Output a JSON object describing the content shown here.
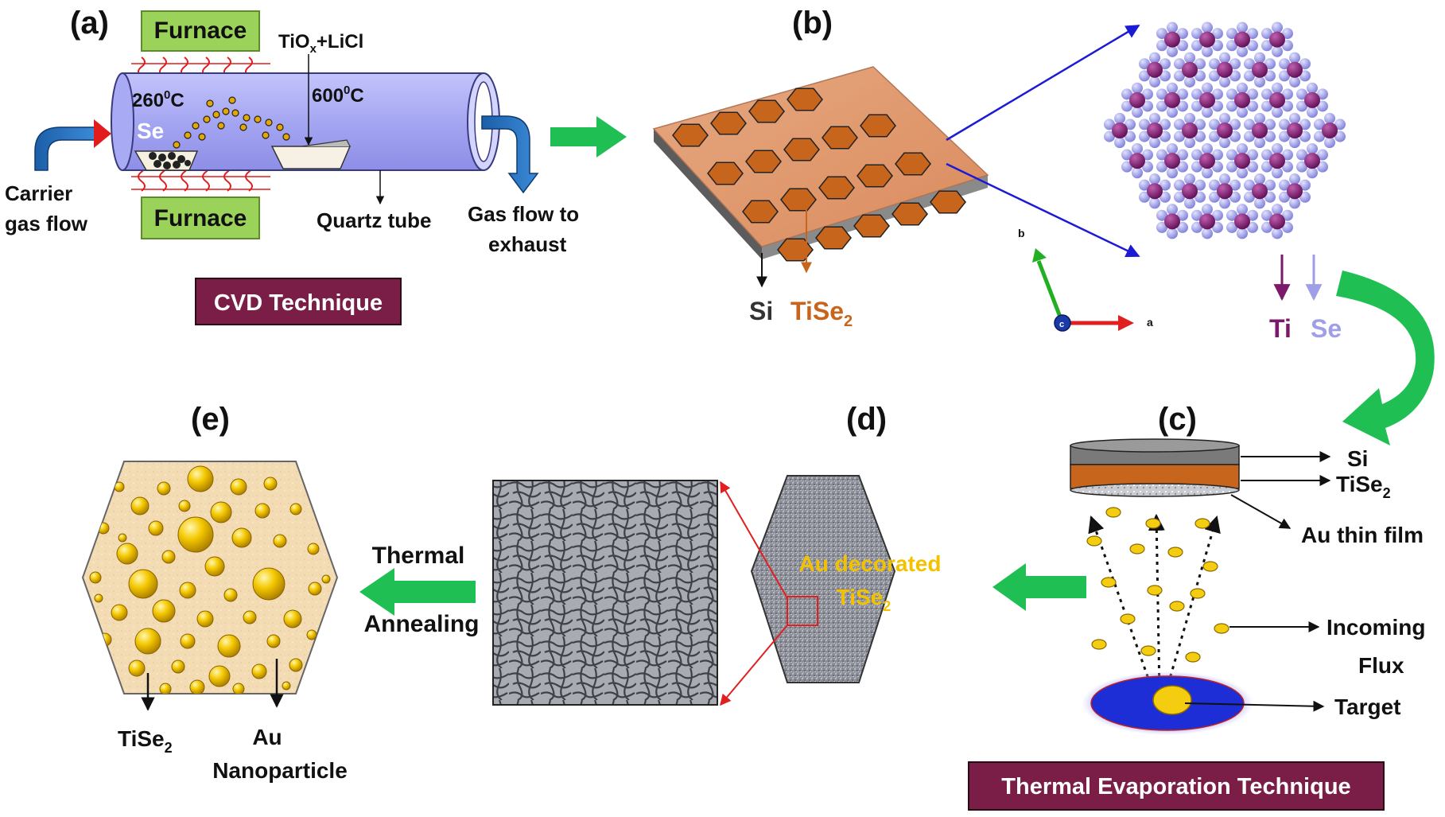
{
  "panel_a": {
    "tag": "(a)",
    "furnace_top": "Furnace",
    "furnace_bottom": "Furnace",
    "precursor": "TiO",
    "precursor_sub": "x",
    "precursor_suffix": "+LiCl",
    "temp_low": "260",
    "temp_low_sup": "0",
    "temp_low_unit": "C",
    "temp_high": "600",
    "temp_high_sup": "0",
    "temp_high_unit": "C",
    "se_label": "Se",
    "carrier_line1": "Carrier",
    "carrier_line2": "gas flow",
    "quartz_label": "Quartz tube",
    "exhaust_line1": "Gas flow to",
    "exhaust_line2": "exhaust",
    "technique": "CVD Technique"
  },
  "panel_b": {
    "tag": "(b)",
    "si_label": "Si",
    "tise2_label": "TiSe",
    "tise2_sub": "2",
    "axis_b": "b",
    "axis_a": "a",
    "axis_c": "c",
    "ti_label": "Ti",
    "se_label": "Se"
  },
  "panel_c": {
    "tag": "(c)",
    "si_label": "Si",
    "tise2_label": "TiSe",
    "tise2_sub": "2",
    "film_label": "Au thin film",
    "flux_line1": "Incoming",
    "flux_line2": "Flux",
    "target_label": "Target",
    "technique": "Thermal Evaporation Technique"
  },
  "panel_d": {
    "tag": "(d)",
    "decorated_line1": "Au decorated",
    "decorated_line2": "TiSe",
    "decorated_sub": "2"
  },
  "panel_e": {
    "tag": "(e)",
    "process_line1": "Thermal",
    "process_line2": "Annealing",
    "tise2_label": "TiSe",
    "tise2_sub": "2",
    "au_line1": "Au",
    "au_line2": "Nanoparticle"
  },
  "colors": {
    "furnace_fill": "#9bd25a",
    "tube_fill": "#a7a8f3",
    "technique_box": "#7b1e47",
    "green_arrow": "#1fbf54",
    "tise2_orange": "#c8651c",
    "ti_purple": "#7b1a6a",
    "se_lavender": "#9f9fe8",
    "gold": "#f2c200",
    "target_blue": "#1e2ed6"
  }
}
